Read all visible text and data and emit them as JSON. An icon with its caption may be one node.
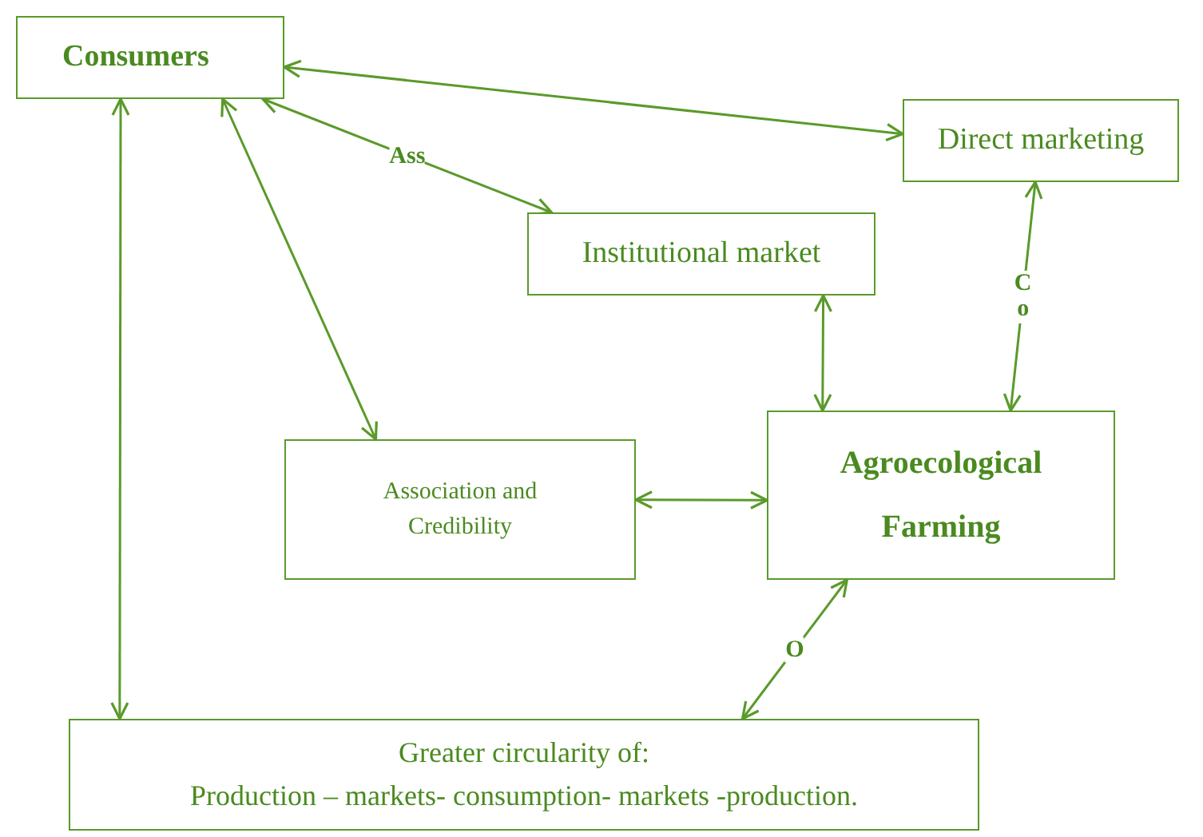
{
  "diagram": {
    "nodes": [
      {
        "text": [
          "Consumers"
        ]
      },
      {
        "text": [
          "Direct marketing"
        ]
      },
      {
        "text": [
          "Institutional market"
        ]
      },
      {
        "text": [
          "Association and Credibility"
        ]
      },
      {
        "text": [
          "Agroecological Farming"
        ]
      },
      {
        "text": [
          "Greater circularity of:",
          "Production – markets- consumption- markets -production."
        ]
      }
    ],
    "edges": [
      {
        "from": 0,
        "to": 1,
        "arrow": "both"
      },
      {
        "from": 0,
        "to": 2,
        "arrow": "both",
        "label": "Ass"
      },
      {
        "from": 0,
        "to": 3,
        "arrow": "both"
      },
      {
        "from": 0,
        "to": 5,
        "arrow": "both"
      },
      {
        "from": 2,
        "to": 4,
        "arrow": "both"
      },
      {
        "from": 1,
        "to": 4,
        "arrow": "both",
        "label": "C o"
      },
      {
        "from": 3,
        "to": 4,
        "arrow": "both"
      },
      {
        "from": 4,
        "to": 5,
        "arrow": "both",
        "label": "O"
      }
    ]
  }
}
